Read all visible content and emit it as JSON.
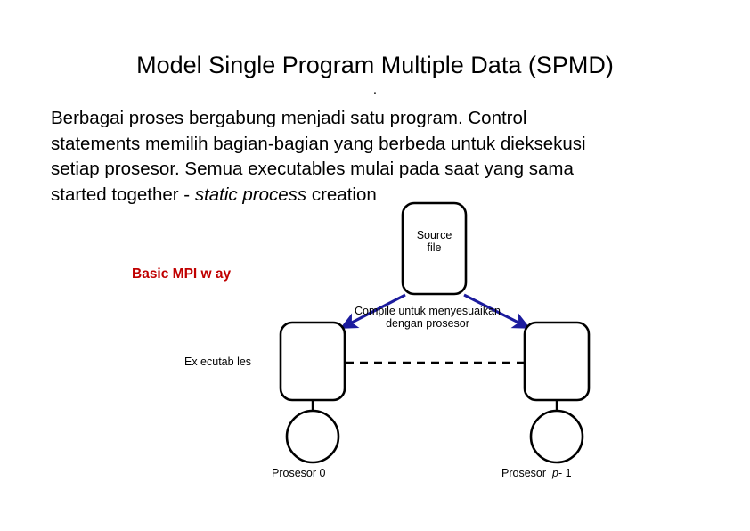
{
  "slide": {
    "title": "Model Single Program Multiple Data (SPMD)",
    "title_dot": ".",
    "body": {
      "line1": "Berbagai proses bergabung menjadi satu program. Control",
      "line2": "statements memilih bagian-bagian yang berbeda untuk dieksekusi",
      "line3": "setiap prosesor. Semua executables mulai pada saat yang sama",
      "line4_prefix": "started together - ",
      "line4_italic": "static process",
      "line4_suffix": " creation"
    }
  },
  "annotations": {
    "basic_mpi_way": "Basic MPI w ay",
    "basic_mpi_way_color": "#C00000"
  },
  "diagram": {
    "source_file_label_line1": "Source",
    "source_file_label_line2": "file",
    "compile_label_line1": "Compile untuk menyesuaikan",
    "compile_label_line2": "dengan prosesor",
    "executables_label": "Ex ecutab les",
    "processor_left_label": "Prosesor 0",
    "processor_right_label_prefix": "Prosesor",
    "processor_right_label_var": "p",
    "processor_right_label_suffix": "- 1",
    "arrow_color": "#1C1C9E",
    "shape_color": "#000000"
  }
}
